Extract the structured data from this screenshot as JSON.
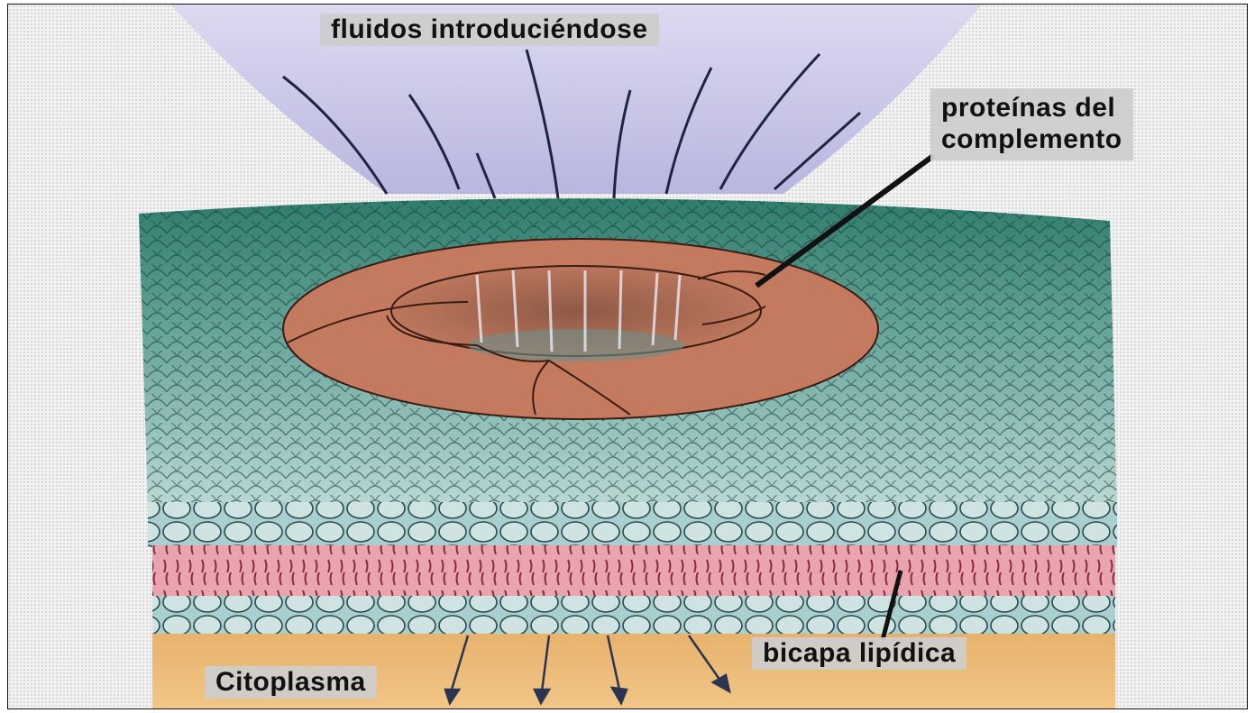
{
  "labels": {
    "fluids": "fluidos introduciéndose",
    "proteins_line1": "proteínas del",
    "proteins_line2": "complemento",
    "bilayer": "bicapa lipídica",
    "cytoplasm": "Citoplasma"
  },
  "colors": {
    "membrane_top": "#3f8f80",
    "membrane_light": "#b9d8d4",
    "lipid_head": "#c9dede",
    "lipid_tail_band": "#e7a9b3",
    "protein_pore": "#c77a5f",
    "cytoplasm": "#e9b46e",
    "fluid_cone": "#c6c3e6"
  }
}
